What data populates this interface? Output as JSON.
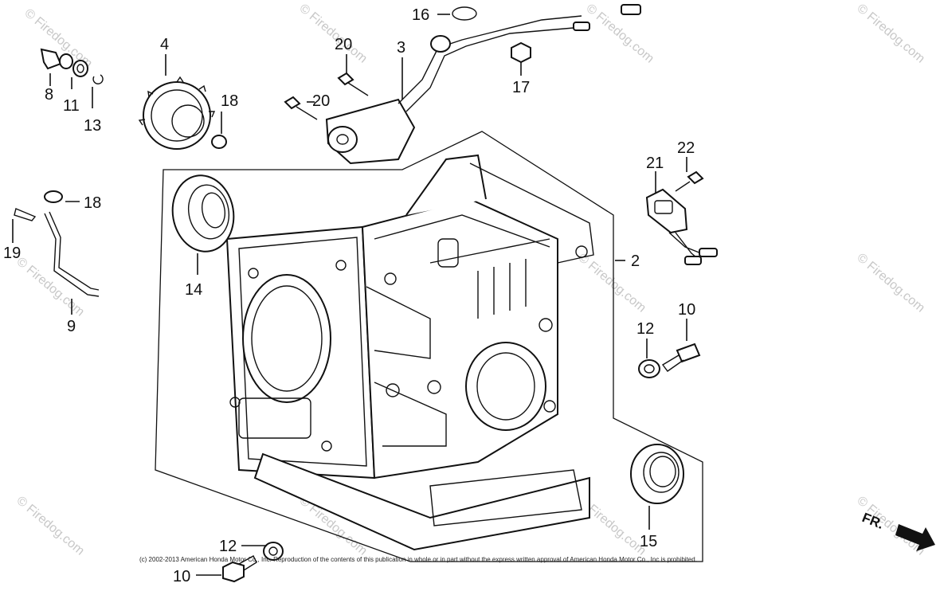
{
  "callouts": {
    "c2": "2",
    "c3": "3",
    "c4": "4",
    "c8": "8",
    "c9": "9",
    "c10a": "10",
    "c10b": "10",
    "c11": "11",
    "c12a": "12",
    "c12b": "12",
    "c13": "13",
    "c14": "14",
    "c15": "15",
    "c16": "16",
    "c17": "17",
    "c18a": "18",
    "c18b": "18",
    "c19": "19",
    "c20a": "20",
    "c20b": "20",
    "c21": "21",
    "c22": "22"
  },
  "watermark": "© Firedog.com",
  "copyright": "(c) 2002-2013 American Honda Motor Co., Inc. Reproduction of the contents of this publication in whole or in part without the express written approval of American Honda Motor Co., Inc is prohibited.",
  "direction_label": "FR."
}
